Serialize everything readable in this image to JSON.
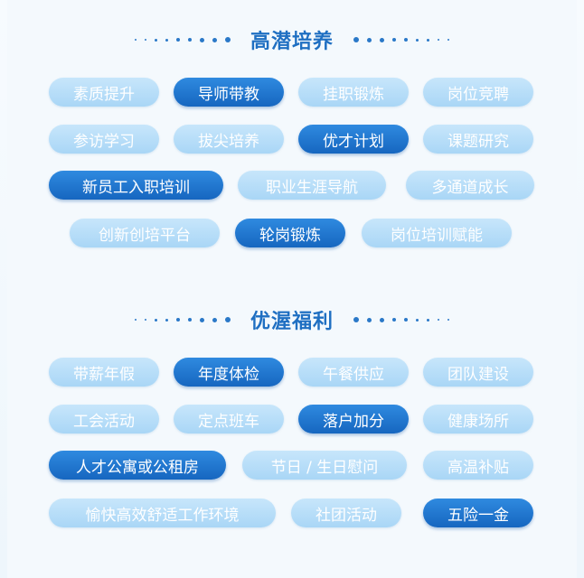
{
  "sections": [
    {
      "title": "高潜培养",
      "tags": [
        {
          "label": "素质提升",
          "style": "light"
        },
        {
          "label": "导师带教",
          "style": "dark"
        },
        {
          "label": "挂职锻炼",
          "style": "light"
        },
        {
          "label": "岗位竞聘",
          "style": "light"
        },
        {
          "label": "参访学习",
          "style": "light"
        },
        {
          "label": "拔尖培养",
          "style": "light"
        },
        {
          "label": "优才计划",
          "style": "dark"
        },
        {
          "label": "课题研究",
          "style": "light"
        },
        {
          "label": "新员工入职培训",
          "style": "dark"
        },
        {
          "label": "职业生涯导航",
          "style": "light"
        },
        {
          "label": "多通道成长",
          "style": "light"
        },
        {
          "label": "创新创培平台",
          "style": "light"
        },
        {
          "label": "轮岗锻炼",
          "style": "dark"
        },
        {
          "label": "岗位培训赋能",
          "style": "light"
        }
      ]
    },
    {
      "title": "优渥福利",
      "tags": [
        {
          "label": "带薪年假",
          "style": "light"
        },
        {
          "label": "年度体检",
          "style": "dark"
        },
        {
          "label": "午餐供应",
          "style": "light"
        },
        {
          "label": "团队建设",
          "style": "light"
        },
        {
          "label": "工会活动",
          "style": "light"
        },
        {
          "label": "定点班车",
          "style": "light"
        },
        {
          "label": "落户加分",
          "style": "dark"
        },
        {
          "label": "健康场所",
          "style": "light"
        },
        {
          "label": "人才公寓或公租房",
          "style": "dark"
        },
        {
          "label": "节日 / 生日慰问",
          "style": "light"
        },
        {
          "label": "高温补贴",
          "style": "light"
        },
        {
          "label": "愉快高效舒适工作环境",
          "style": "light"
        },
        {
          "label": "社团活动",
          "style": "light"
        },
        {
          "label": "五险一金",
          "style": "dark"
        }
      ]
    }
  ],
  "colors": {
    "title": "#1f6fc2",
    "tag_light": "#b5dcf8",
    "tag_dark": "#1f74cf"
  }
}
